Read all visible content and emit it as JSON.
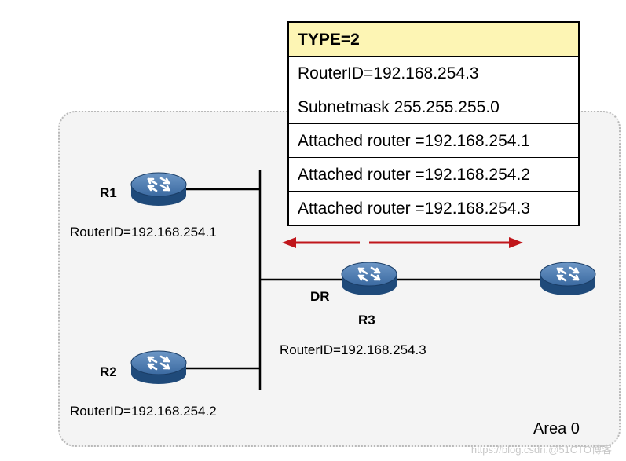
{
  "lsa_table": {
    "rows": [
      "TYPE=2",
      "RouterID=192.168.254.3",
      "Subnetmask 255.255.255.0",
      "Attached router =192.168.254.1",
      "Attached router =192.168.254.2",
      "Attached router =192.168.254.3"
    ]
  },
  "routers": {
    "r1": {
      "name": "R1",
      "router_id": "RouterID=192.168.254.1"
    },
    "r2": {
      "name": "R2",
      "router_id": "RouterID=192.168.254.2"
    },
    "r3": {
      "name": "R3",
      "role": "DR",
      "router_id": "RouterID=192.168.254.3"
    }
  },
  "area_label": "Area 0",
  "watermark": "https://blog.csdn.@51CTO博客",
  "colors": {
    "router_fill": "#2b5f97",
    "arrow": "#c0161b",
    "table_header": "#fdf5b4",
    "area_bg": "#f4f4f4"
  },
  "icons": {
    "router": "router-icon"
  }
}
